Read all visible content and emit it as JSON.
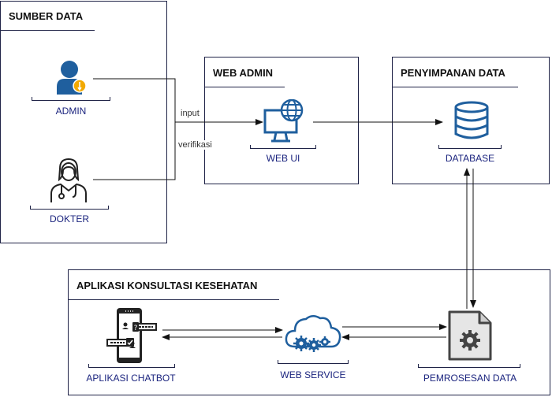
{
  "groups": {
    "sumber_data": "SUMBER DATA",
    "web_admin": "WEB ADMIN",
    "penyimpanan_data": "PENYIMPANAN DATA",
    "aplikasi_konsultasi": "APLIKASI KONSULTASI KESEHATAN"
  },
  "nodes": {
    "admin": "ADMIN",
    "dokter": "DOKTER",
    "web_ui": "WEB UI",
    "database": "DATABASE",
    "aplikasi_chatbot": "APLIKASI CHATBOT",
    "web_service": "WEB SERVICE",
    "pemrosesan_data": "PEMROSESAN DATA"
  },
  "edges": {
    "input": "input",
    "verifikasi": "verifikasi"
  },
  "colors": {
    "border": "#1f2347",
    "label": "#1a237e",
    "icon_blue": "#1f5f9e",
    "icon_dark": "#222222"
  }
}
